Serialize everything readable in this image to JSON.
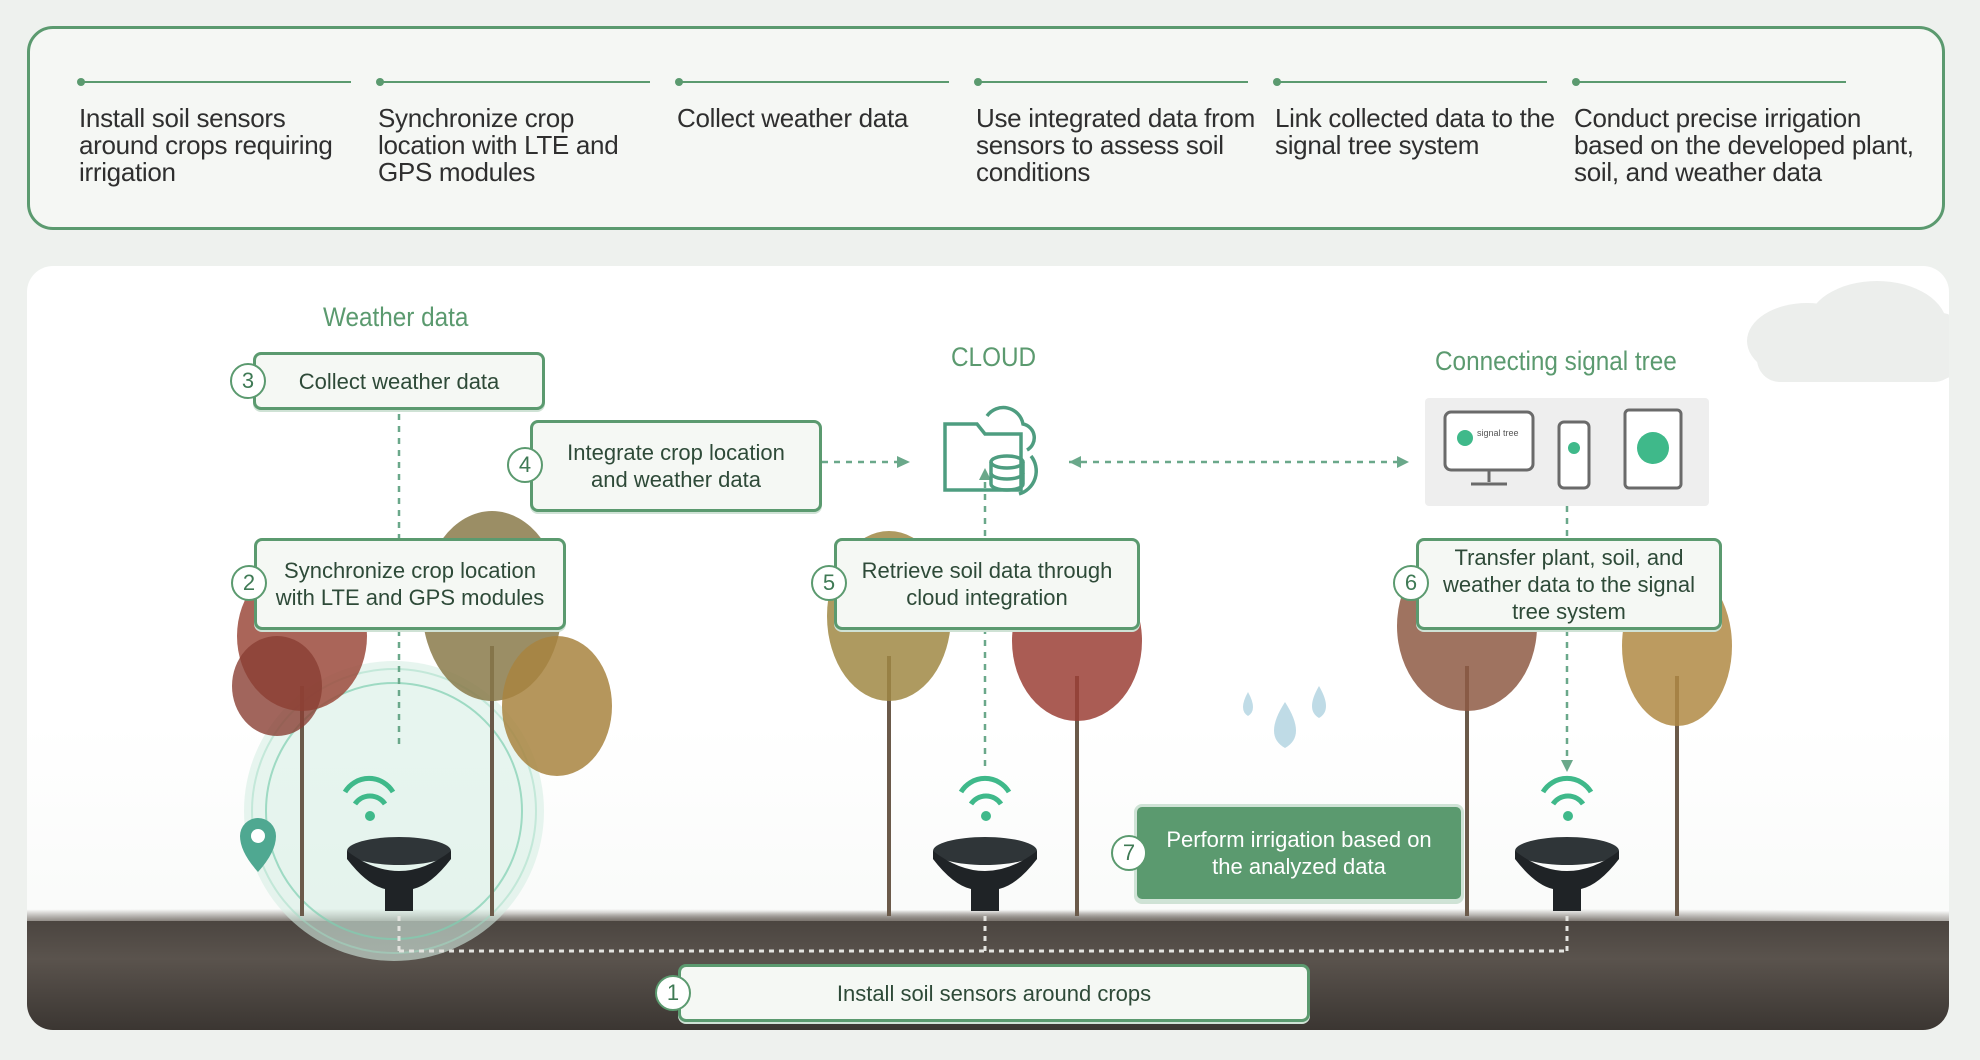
{
  "steps": [
    {
      "text": "Install soil sensors around crops requiring irrigation"
    },
    {
      "text": "Synchronize crop location with LTE and GPS modules"
    },
    {
      "text": "Collect weather data"
    },
    {
      "text": "Use integrated data from sensors to assess soil conditions"
    },
    {
      "text": "Link collected data to the signal tree system"
    },
    {
      "text": "Conduct precise irrigation based on the developed plant, soil, and weather data"
    }
  ],
  "diagram": {
    "weather_title": "Weather data",
    "cloud_title": "CLOUD",
    "signal_title": "Connecting signal tree",
    "nodes": [
      {
        "num": "1",
        "label": "Install soil sensors around crops"
      },
      {
        "num": "2",
        "label": "Synchronize crop location with LTE and GPS modules"
      },
      {
        "num": "3",
        "label": "Collect weather data"
      },
      {
        "num": "4",
        "label": "Integrate crop location and weather data"
      },
      {
        "num": "5",
        "label": "Retrieve soil data through cloud integration"
      },
      {
        "num": "6",
        "label": "Transfer plant, soil, and weather data to the signal tree system"
      },
      {
        "num": "7",
        "label": "Perform irrigation based on the analyzed data"
      }
    ],
    "device_text": "signal tree",
    "colors": {
      "accent": "#5b9a6f",
      "sensor_wave": "#3fb98a",
      "soil": "#4b4540"
    }
  }
}
